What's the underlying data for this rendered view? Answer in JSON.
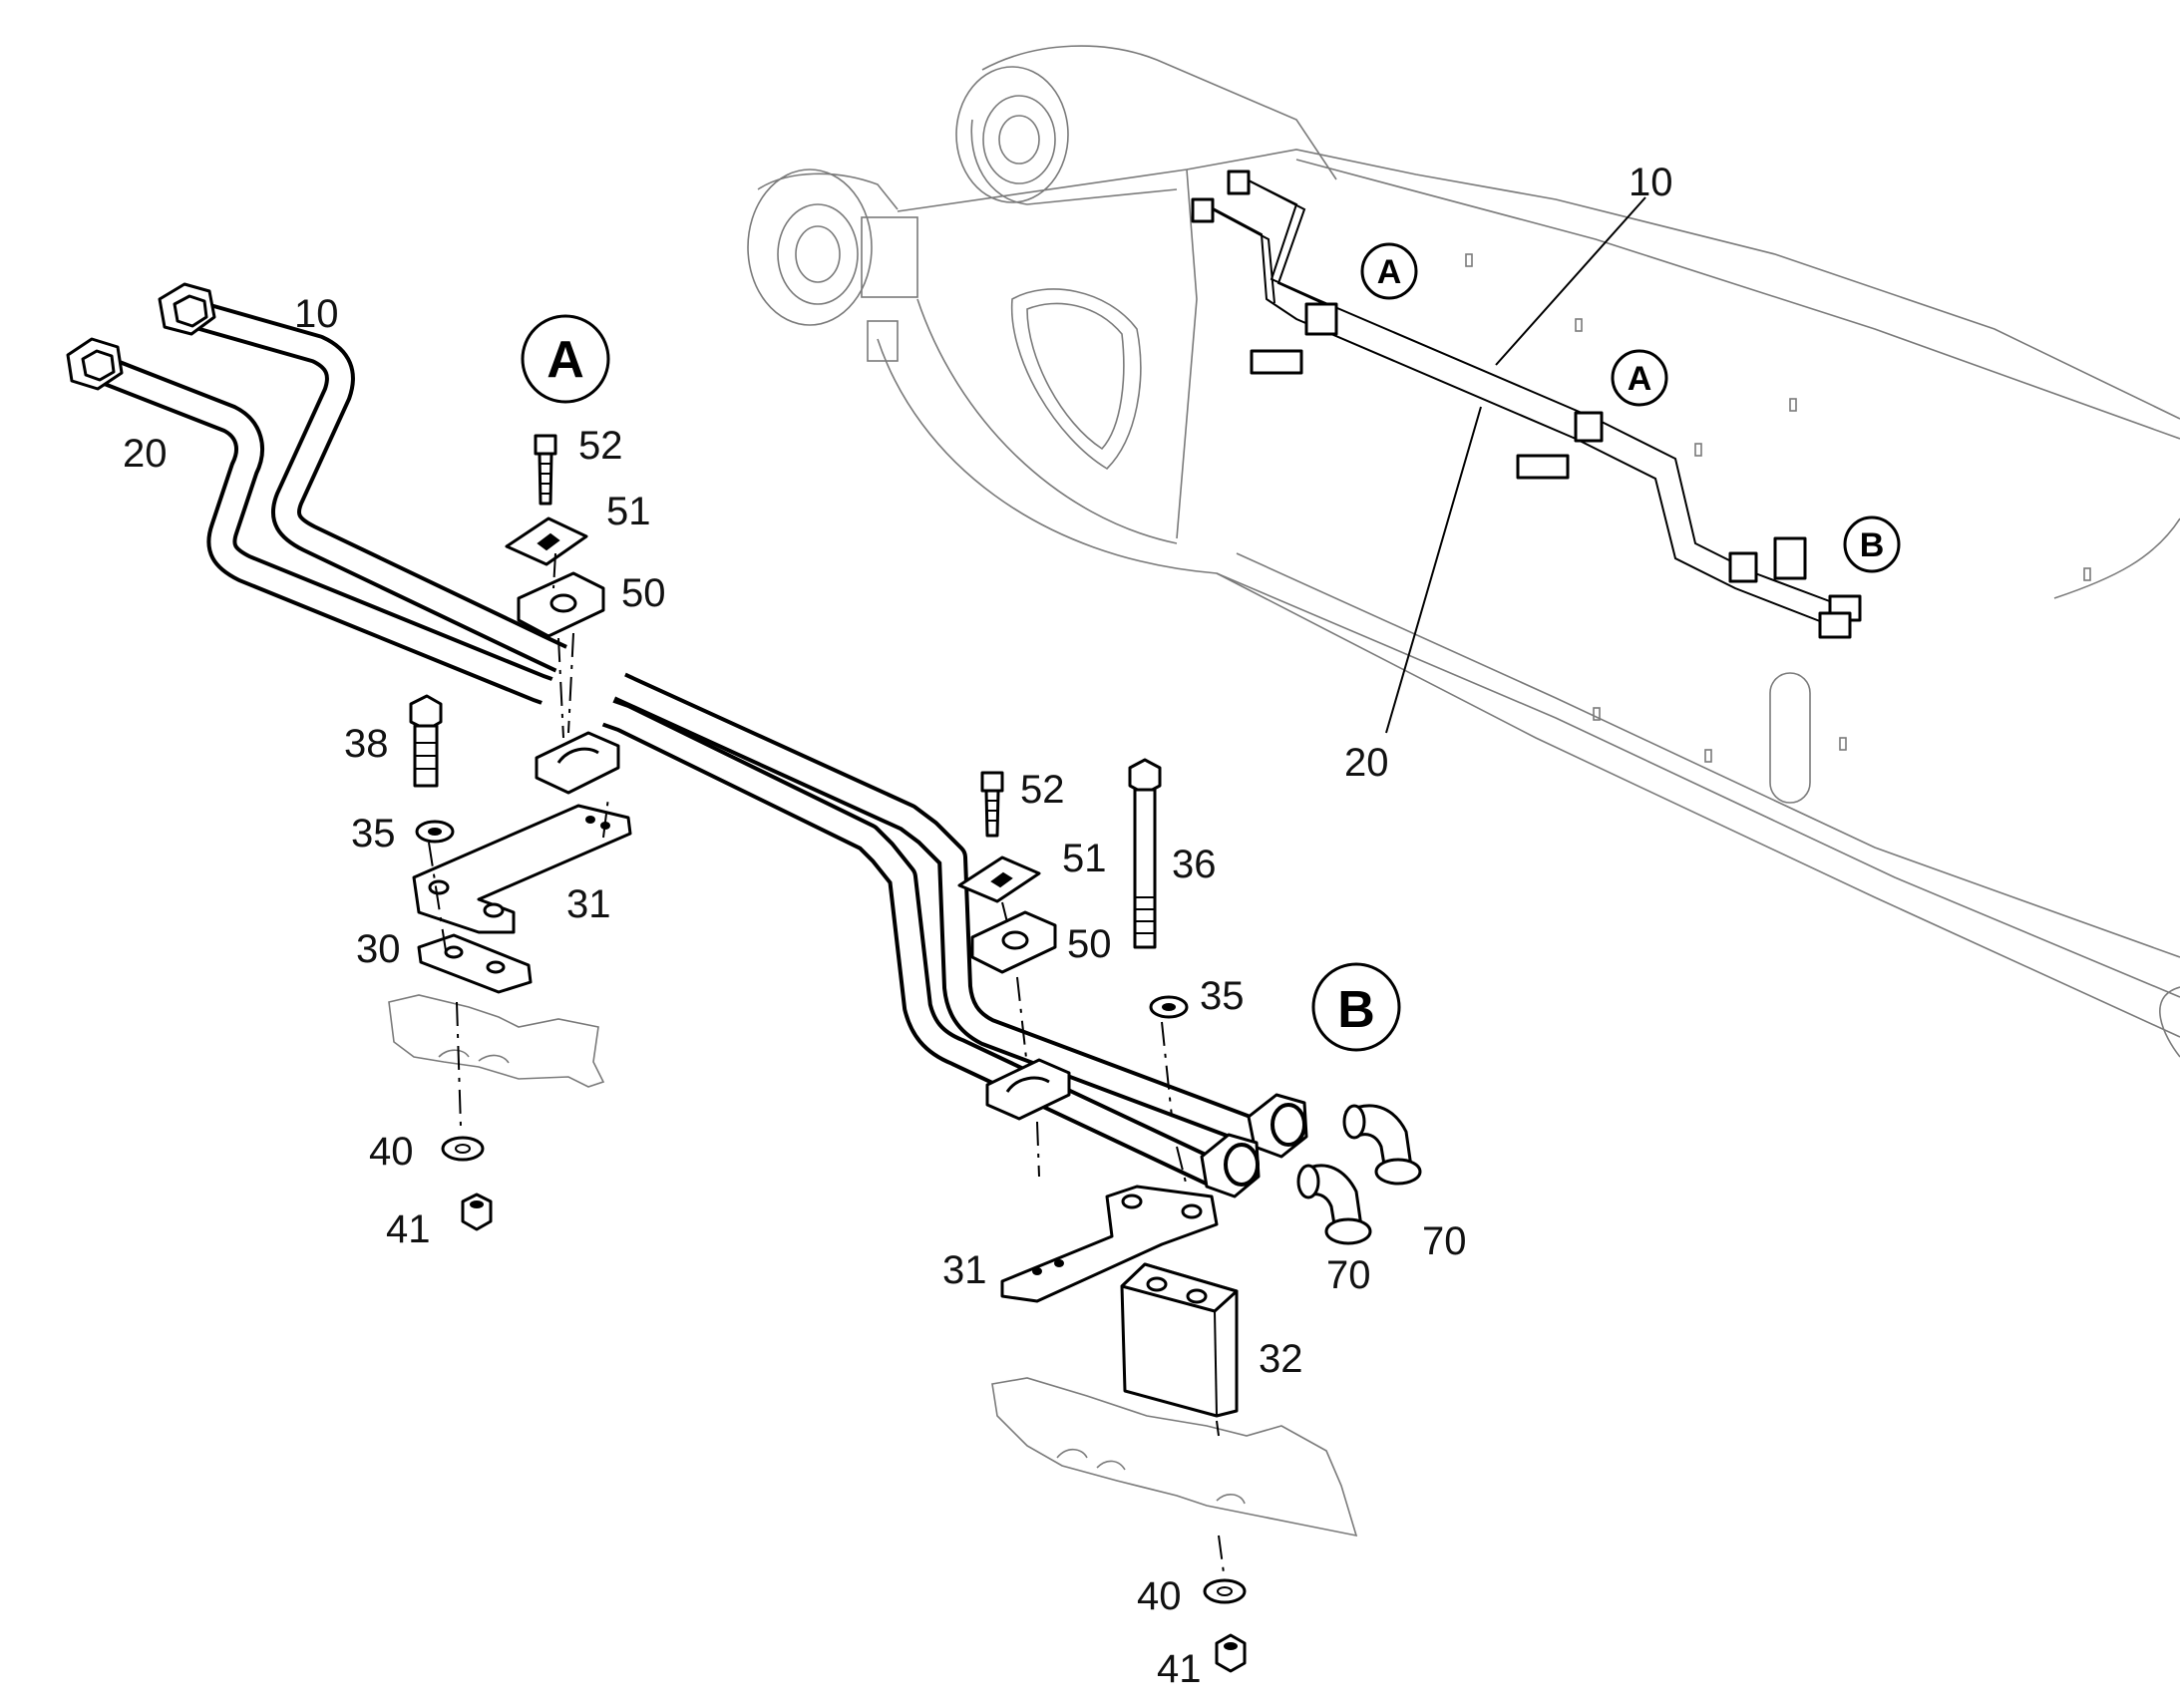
{
  "detail_markers": {
    "top_a_1": "A",
    "top_a_2": "A",
    "top_b": "B",
    "main_a": "A",
    "main_b": "B"
  },
  "callouts": {
    "top_10": "10",
    "top_20": "20",
    "pipe_10": "10",
    "pipe_20": "20",
    "a_52": "52",
    "a_51": "51",
    "a_50": "50",
    "a_38": "38",
    "a_35": "35",
    "a_31": "31",
    "a_30": "30",
    "a_40": "40",
    "a_41": "41",
    "b_52": "52",
    "b_51": "51",
    "b_50": "50",
    "b_36": "36",
    "b_35": "35",
    "b_31": "31",
    "b_32": "32",
    "b_70a": "70",
    "b_70b": "70",
    "b_40": "40",
    "b_41": "41"
  }
}
